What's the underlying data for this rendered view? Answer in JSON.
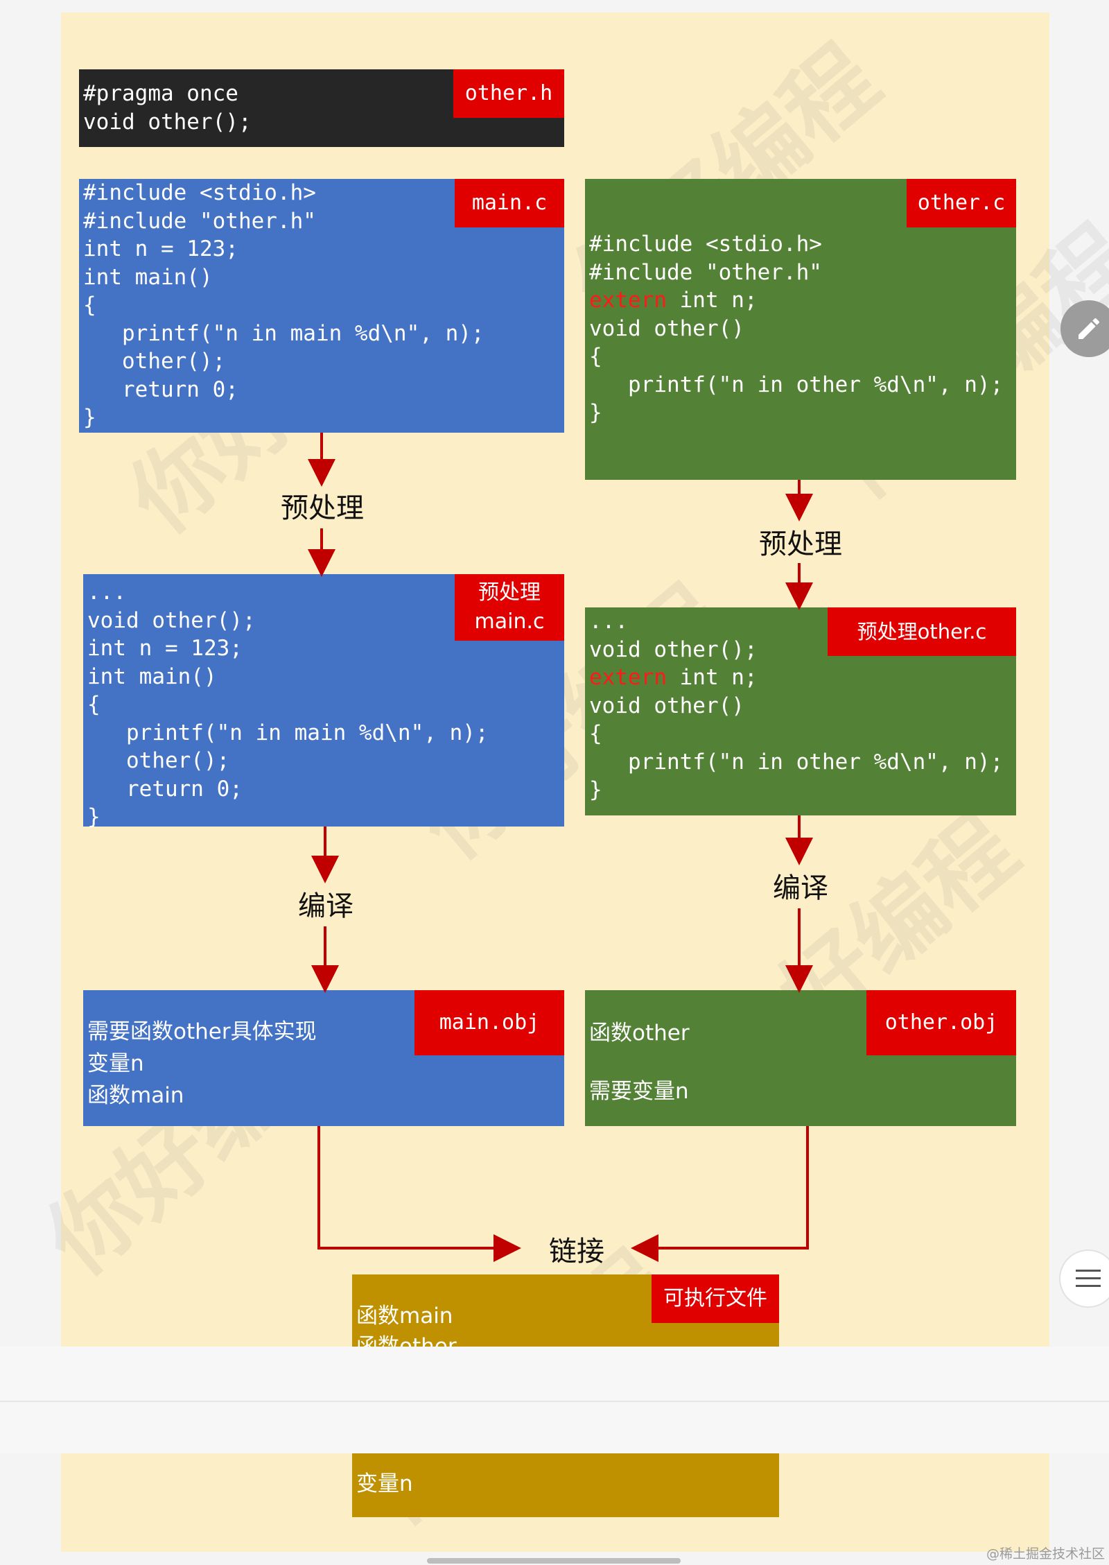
{
  "header_box": {
    "code": [
      "#pragma once",
      "void other();"
    ],
    "tag": "other.h"
  },
  "main_c": {
    "code": [
      "#include <stdio.h>",
      "#include \"other.h\"",
      "int n = 123;",
      "int main()",
      "{",
      "   printf(\"n in main %d\\n\", n);",
      "   other();",
      "   return 0;",
      "}"
    ],
    "tag": "main.c"
  },
  "other_c": {
    "lines": [
      "#include <stdio.h>",
      "#include \"other.h\"",
      "",
      "void other()",
      "{",
      "   printf(\"n in other %d\\n\", n);",
      "}"
    ],
    "extern_keyword": "extern",
    "extern_rest": " int n;",
    "tag": "other.c"
  },
  "pre_main": {
    "code": [
      "...",
      "void other();",
      "int n = 123;",
      "int main()",
      "{",
      "   printf(\"n in main %d\\n\", n);",
      "   other();",
      "   return 0;",
      "}"
    ],
    "tag": "预处理\nmain.c"
  },
  "pre_other": {
    "lines_before": [
      "...",
      "void other();"
    ],
    "extern_keyword": "extern",
    "extern_rest": " int n;",
    "lines_after": [
      "void other()",
      "{",
      "   printf(\"n in other %d\\n\", n);",
      "}"
    ],
    "tag": "预处理other.c"
  },
  "main_obj": {
    "line1": "需要函数other具体实现",
    "line2": "变量n",
    "line3": "函数main",
    "tag": "main.obj"
  },
  "other_obj": {
    "line1": "函数other",
    "line2": "需要变量n",
    "tag": "other.obj"
  },
  "executable": {
    "line1": "函数main",
    "line2": "函数other",
    "line3": "变量n",
    "tag": "可执行文件"
  },
  "steps": {
    "preprocess": "预处理",
    "compile": "编译",
    "link": "链接"
  },
  "watermark": "你好编程",
  "credit": "@稀土掘金技术社区",
  "colors": {
    "background": "#fcefc7",
    "header": "#262626",
    "main_path": "#4472c4",
    "other_path": "#538135",
    "executable": "#bf9000",
    "tag": "#e10000",
    "arrow": "#c00000"
  },
  "icons": [
    "pencil-icon",
    "menu-icon"
  ]
}
